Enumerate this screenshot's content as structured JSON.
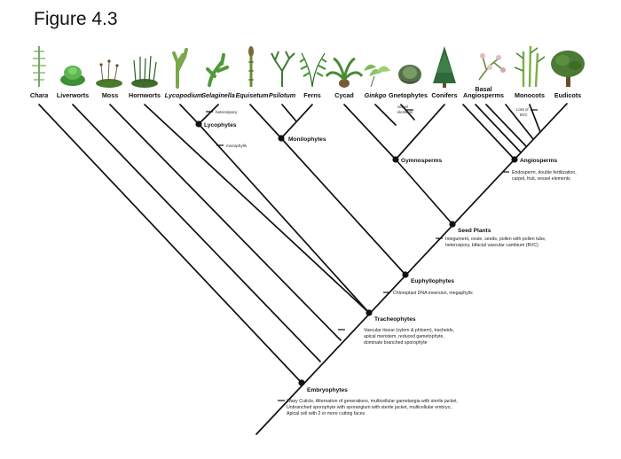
{
  "figure_title": "Figure 4.3",
  "taxa": [
    "Chara",
    "Liverworts",
    "Moss",
    "Hornworts",
    "Lycopodium",
    "Selaginella",
    "Equisetum",
    "Psilotum",
    "Ferns",
    "Cycad",
    "Ginkgo",
    "Gnetophytes",
    "Conifers",
    "Basal Angiosperms",
    "Monocots",
    "Eudicots"
  ],
  "italic_taxa": [
    "Chara",
    "Lycopodium",
    "Selaginella",
    "Equisetum",
    "Psilotum",
    "Ginkgo"
  ],
  "basal_angiosperms_label": [
    "Basal",
    "Angiosperms"
  ],
  "nodes": {
    "embryophytes": {
      "label": "Embryophytes",
      "desc": [
        "Waxy Cuticle, Alternation of generations, multicellular gametangia with sterile jacket,",
        "Unbranched sporophyte with sporangium with sterile jacket, multicellular embryo,",
        "Apical cell with 2 or more cutting faces"
      ]
    },
    "tracheophytes": {
      "label": "Tracheophytes",
      "desc": [
        "Vascular tissue (xylem & phloem), tracheids,",
        "apical meristem, reduced gametophyte,",
        "dominate branched sporophyte"
      ]
    },
    "euphyllophytes": {
      "label": "Euphyllophytes",
      "desc": [
        "Chloroplast DNA inversion, megaphylls"
      ]
    },
    "seed_plants": {
      "label": "Seed Plants",
      "desc": [
        "Integument, ovule, seeds, pollen with pollen tube,",
        "heterospory, bifacial vascular cambium (BVC)"
      ]
    },
    "gymnosperms": {
      "label": "Gymnosperms"
    },
    "angiosperms": {
      "label": "Angiosperms",
      "desc": [
        "Endosperm, double fertilization,",
        "carpel, fruit, vessel elements"
      ]
    },
    "lycophytes": {
      "label": "Lycophytes"
    },
    "monilophytes": {
      "label": "Monilophytes"
    }
  },
  "traits": {
    "heterospory": "heterospory",
    "microphylls": "microphylls",
    "vessel_elements": [
      "vessel",
      "elements"
    ],
    "loss_of_bvc": [
      "Loss of",
      "BVC"
    ]
  },
  "colors": {
    "line": "#111111",
    "plant_green": "#5a9a3c",
    "plant_dark": "#2f5a2a",
    "trunk": "#6b4a2b"
  }
}
